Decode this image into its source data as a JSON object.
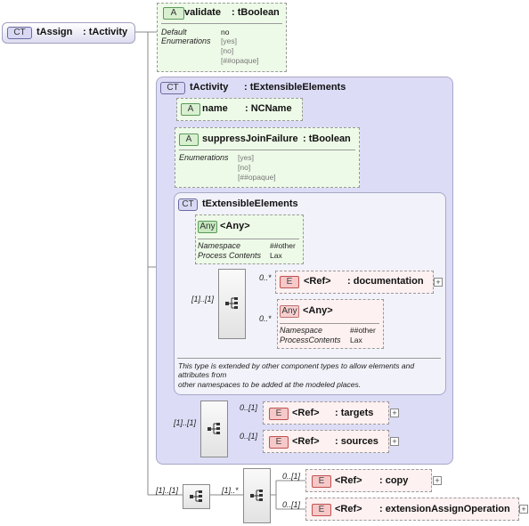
{
  "root": {
    "badge": "CT",
    "name": "tAssign",
    "type": ": tActivity"
  },
  "validate_attr": {
    "badge": "A",
    "name": "validate",
    "type": ": tBoolean",
    "rows": [
      {
        "label": "Default",
        "value": "no"
      },
      {
        "label": "Enumerations",
        "value": "[yes]"
      }
    ],
    "extra_values": [
      "[no]",
      "[##opaque]"
    ]
  },
  "tActivity": {
    "badge": "CT",
    "name": "tActivity",
    "type": ": tExtensibleElements"
  },
  "name_attr": {
    "badge": "A",
    "name": "name",
    "type": ": NCName"
  },
  "suppress_attr": {
    "badge": "A",
    "name": "suppressJoinFailure",
    "type": ": tBoolean",
    "label": "Enumerations",
    "values": [
      "[yes]",
      "[no]",
      "[##opaque]"
    ]
  },
  "tExt": {
    "badge": "CT",
    "name": "tExtensibleElements",
    "any1": {
      "badge": "Any",
      "name": "<Any>",
      "rows": [
        {
          "label": "Namespace",
          "value": "##other"
        },
        {
          "label": "Process Contents",
          "value": "Lax"
        }
      ]
    },
    "seq_mult": "[1]..[1]",
    "documentation": {
      "mult": "0..*",
      "badge": "E",
      "ref": "<Ref>",
      "name": ": documentation"
    },
    "any2": {
      "mult": "0..*",
      "badge": "Any",
      "name": "<Any>",
      "rows": [
        {
          "label": "Namespace",
          "value": "##other"
        },
        {
          "label": "ProcessContents",
          "value": "Lax"
        }
      ]
    },
    "note_lines": [
      "This type is extended by other component types to allow elements and attributes from",
      "other namespaces to be added at the modeled places."
    ]
  },
  "activity_seq_mult": "[1]..[1]",
  "targets": {
    "mult": "0..[1]",
    "badge": "E",
    "ref": "<Ref>",
    "name": ": targets"
  },
  "sources": {
    "mult": "0..[1]",
    "badge": "E",
    "ref": "<Ref>",
    "name": ": sources"
  },
  "outer_seq_mult": "[1]..[1]",
  "choice_mult": "[1]..*",
  "copy": {
    "mult": "0..[1]",
    "badge": "E",
    "ref": "<Ref>",
    "name": ": copy"
  },
  "extension": {
    "mult": "0..[1]",
    "badge": "E",
    "ref": "<Ref>",
    "name": ": extensionAssignOperation"
  },
  "colors": {
    "attr_bg": "#eefae8",
    "elem_bg": "#fdf1f1",
    "card_bg": "#dcdcf6",
    "inner_card_bg": "#f2f2fa"
  }
}
